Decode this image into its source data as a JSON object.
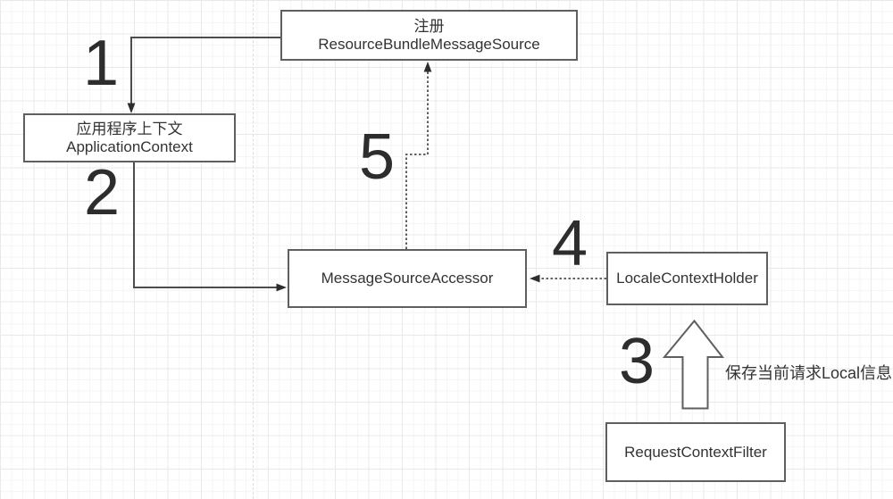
{
  "diagram": {
    "boxes": {
      "resource_bundle": {
        "line1": "注册",
        "line2": "ResourceBundleMessageSource"
      },
      "application_context": {
        "line1": "应用程序上下文",
        "line2": "ApplicationContext"
      },
      "message_source_accessor": {
        "label": "MessageSourceAccessor"
      },
      "locale_context_holder": {
        "label": "LocaleContextHolder"
      },
      "request_context_filter": {
        "label": "RequestContextFilter"
      }
    },
    "step_labels": {
      "s1": "1",
      "s2": "2",
      "s3": "3",
      "s4": "4",
      "s5": "5"
    },
    "annotation": "保存当前请求Local信息",
    "colors": {
      "background": "#ffffff",
      "grid_minor": "#f5f5f5",
      "grid_major": "#e9e9e9",
      "box_border": "#5f5f5f",
      "box_fill": "#ffffff",
      "connector": "#4d4d4d",
      "text": "#333333",
      "step_number": "#2d2d2d"
    }
  }
}
